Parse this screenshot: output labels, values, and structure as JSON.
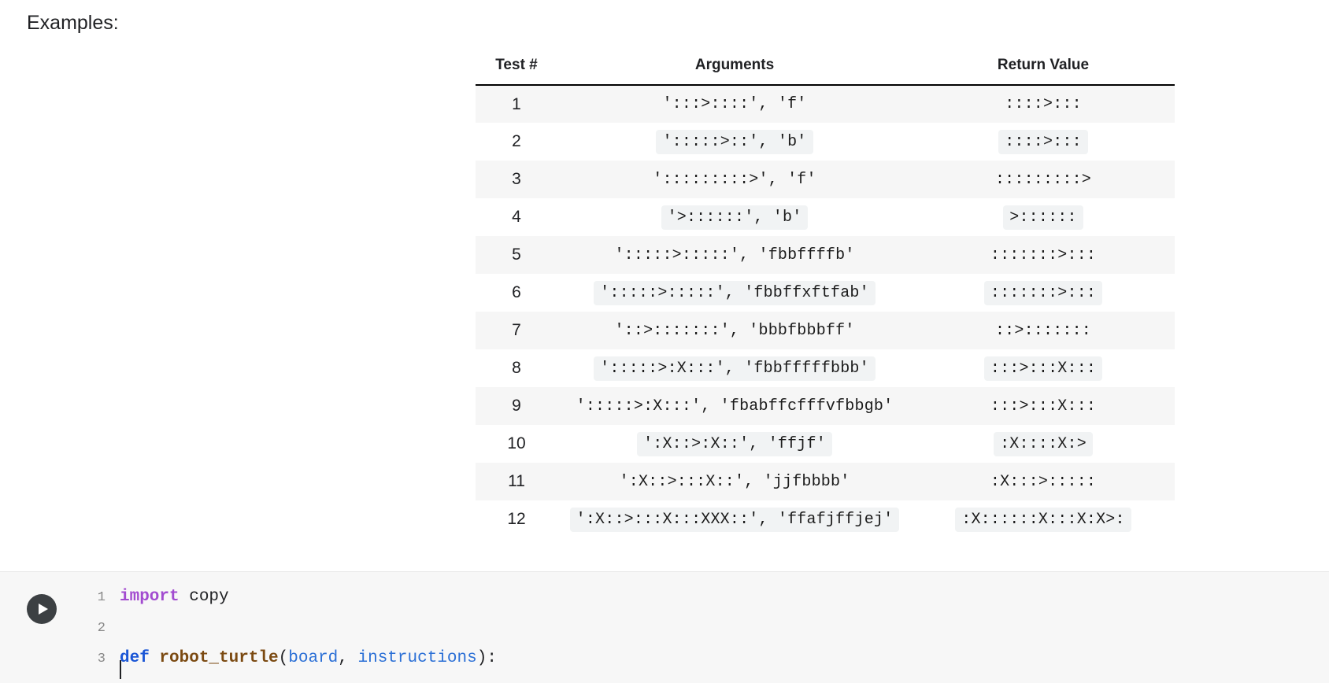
{
  "heading": "Examples:",
  "table": {
    "columns": [
      "Test #",
      "Arguments",
      "Return Value"
    ],
    "rows": [
      {
        "test": "1",
        "arguments": "':::>::::', 'f'",
        "return": "::::>:::"
      },
      {
        "test": "2",
        "arguments": "':::::>::', 'b'",
        "return": "::::>:::"
      },
      {
        "test": "3",
        "arguments": "':::::::::>', 'f'",
        "return": ":::::::::>"
      },
      {
        "test": "4",
        "arguments": "'>::::::', 'b'",
        "return": ">::::::"
      },
      {
        "test": "5",
        "arguments": "':::::>:::::', 'fbbffffb'",
        "return": ":::::::>:::"
      },
      {
        "test": "6",
        "arguments": "':::::>:::::', 'fbbffxftfab'",
        "return": ":::::::>:::"
      },
      {
        "test": "7",
        "arguments": "'::>:::::::', 'bbbfbbbff'",
        "return": "::>:::::::"
      },
      {
        "test": "8",
        "arguments": "':::::>:X:::', 'fbbfffffbbb'",
        "return": ":::>:::X:::"
      },
      {
        "test": "9",
        "arguments": "':::::>:X:::', 'fbabffcfffvfbbgb'",
        "return": ":::>:::X:::"
      },
      {
        "test": "10",
        "arguments": "':X::>:X::', 'ffjf'",
        "return": ":X::::X:>"
      },
      {
        "test": "11",
        "arguments": "':X::>:::X::', 'jjfbbbb'",
        "return": ":X:::>:::::"
      },
      {
        "test": "12",
        "arguments": "':X::>:::X:::XXX::', 'ffafjffjej'",
        "return": ":X::::::X:::X:X>:"
      }
    ]
  },
  "code_cell": {
    "run_button_label": "run-cell",
    "lines": [
      {
        "number": "1",
        "tokens": [
          {
            "text": "import",
            "cls": "kw-import"
          },
          {
            "text": " copy",
            "cls": "plain"
          }
        ]
      },
      {
        "number": "2",
        "tokens": [
          {
            "text": "",
            "cls": "plain"
          }
        ]
      },
      {
        "number": "3",
        "tokens": [
          {
            "text": "def",
            "cls": "kw-def"
          },
          {
            "text": " ",
            "cls": "plain"
          },
          {
            "text": "robot_turtle",
            "cls": "fn-name"
          },
          {
            "text": "(",
            "cls": "punct"
          },
          {
            "text": "board",
            "cls": "param"
          },
          {
            "text": ", ",
            "cls": "punct"
          },
          {
            "text": "instructions",
            "cls": "param"
          },
          {
            "text": "):",
            "cls": "punct"
          }
        ]
      }
    ]
  },
  "colors": {
    "row_stripe": "#f6f6f6",
    "chip_background": "#f1f3f4",
    "code_panel_background": "#f7f7f7",
    "run_button": "#3c4043",
    "keyword_purple": "#a24bd0",
    "keyword_blue": "#1a56d6",
    "function_brown": "#7b4a12",
    "param_blue": "#2a6fd6"
  }
}
